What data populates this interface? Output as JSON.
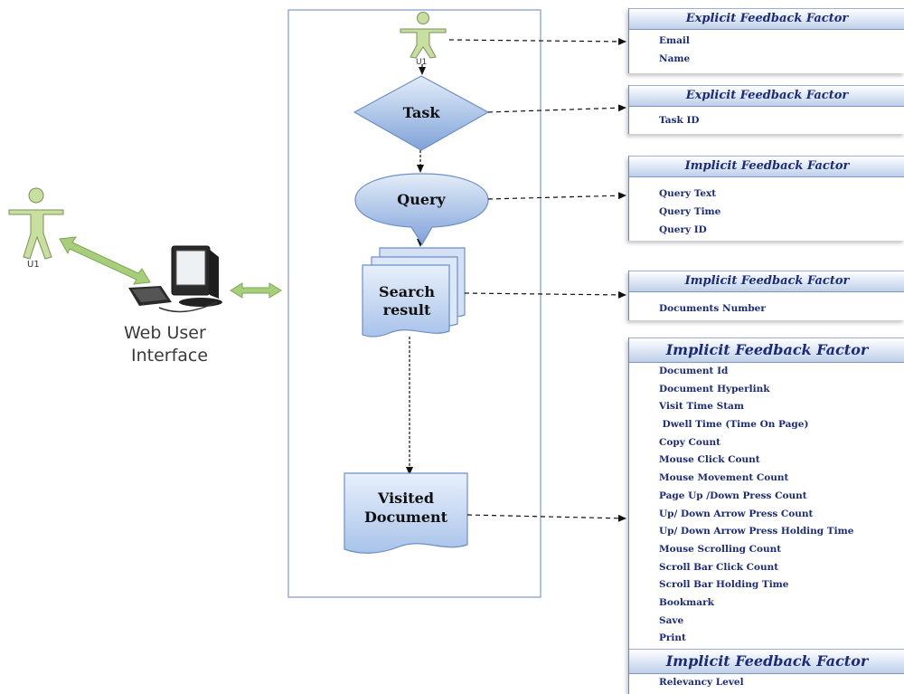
{
  "users": {
    "left_user_label": "U1",
    "flow_user_label": "U1"
  },
  "web_ui": {
    "line1": "Web User",
    "line2": "Interface"
  },
  "flow": {
    "task": "Task",
    "query": "Query",
    "search_result_line1": "Search",
    "search_result_line2": "result",
    "visited_line1": "Visited",
    "visited_line2": "Document"
  },
  "factors": [
    {
      "title": "Explicit Feedback Factor",
      "items": [
        "Email",
        "Name"
      ]
    },
    {
      "title": "Explicit Feedback Factor",
      "items": [
        "Task ID"
      ]
    },
    {
      "title": "Implicit Feedback Factor",
      "items": [
        "Query Text",
        "Query Time",
        "Query ID"
      ]
    },
    {
      "title": "Implicit Feedback Factor",
      "items": [
        "Documents Number"
      ]
    },
    {
      "title": "Implicit Feedback Factor",
      "items": [
        "Document Id",
        "Document Hyperlink",
        "Visit Time Stam",
        " Dwell Time (Time On Page)",
        "Copy Count",
        "Mouse Click Count",
        "Mouse Movement Count",
        "Page Up /Down Press Count",
        "Up/ Down Arrow Press Count",
        "Up/ Down Arrow Press Holding Time",
        "Mouse Scrolling Count",
        "Scroll Bar Click Count",
        "Scroll Bar Holding Time",
        "Bookmark",
        "Save",
        "Print"
      ]
    },
    {
      "title": "Implicit Feedback Factor",
      "items": [
        "Relevancy Level"
      ]
    }
  ],
  "colors": {
    "shape_fill_light": "#dfe9f8",
    "shape_fill_dark": "#7fa3d9",
    "shape_stroke": "#6b8fc8",
    "factor_text": "#1c2b78",
    "arrow_green": "#a7cf7a",
    "user_figure": "#c8dfa0"
  }
}
